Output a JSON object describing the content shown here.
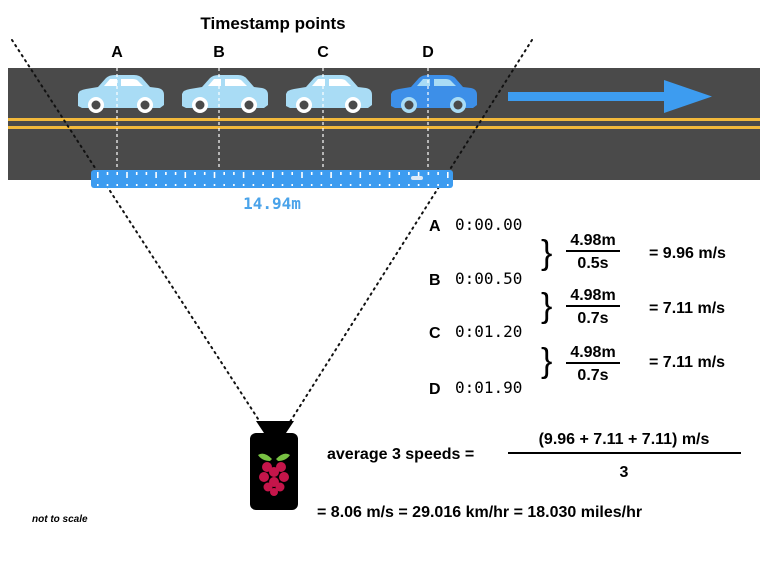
{
  "title": "Timestamp points",
  "points": [
    {
      "label": "A",
      "time": "0:00.00"
    },
    {
      "label": "B",
      "time": "0:00.50"
    },
    {
      "label": "C",
      "time": "0:01.20"
    },
    {
      "label": "D",
      "time": "0:01.90"
    }
  ],
  "ruler_length": "14.94m",
  "segments": [
    {
      "distance": "4.98m",
      "duration": "0.5s",
      "speed": "= 9.96 m/s"
    },
    {
      "distance": "4.98m",
      "duration": "0.7s",
      "speed": "= 7.11 m/s"
    },
    {
      "distance": "4.98m",
      "duration": "0.7s",
      "speed": "= 7.11 m/s"
    }
  ],
  "average": {
    "label": "average 3 speeds =",
    "numerator": "(9.96 + 7.11 + 7.11) m/s",
    "denominator": "3"
  },
  "result": "= 8.06 m/s = 29.016 km/hr = 18.030 miles/hr",
  "note": "not to scale",
  "colors": {
    "road": "#4a4a4a",
    "lane_line": "#f2b93b",
    "car_light": "#a9dcf5",
    "car_highlight": "#3d8fe8",
    "arrow": "#3d9cf0",
    "ruler": "#3d9cf0",
    "ruler_text": "#4aa3ea",
    "camera": "#000000",
    "raspberry_berry": "#c5154a",
    "raspberry_leaf": "#78c143"
  },
  "icons": {
    "car": "car-icon",
    "arrow": "direction-arrow-icon",
    "camera": "raspberry-pi-camera-icon"
  }
}
